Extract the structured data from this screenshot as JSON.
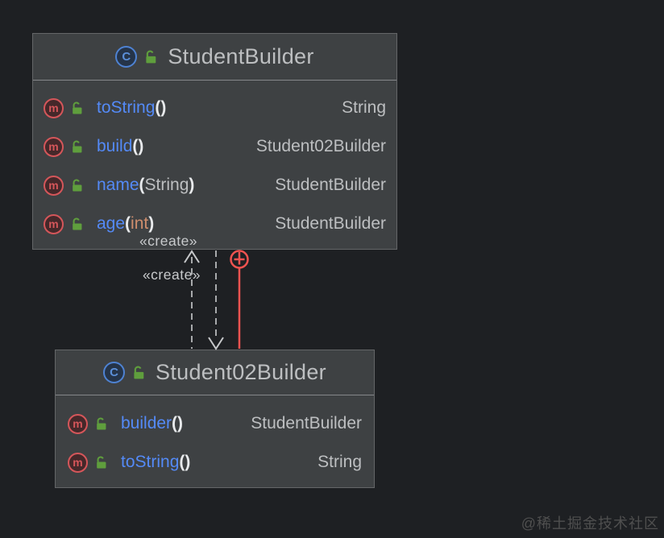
{
  "diagram": {
    "classes": [
      {
        "name": "StudentBuilder",
        "methods": [
          {
            "name": "toString",
            "param": "",
            "returns": "String"
          },
          {
            "name": "build",
            "param": "",
            "returns": "Student02Builder"
          },
          {
            "name": "name",
            "param": "String",
            "returns": "StudentBuilder"
          },
          {
            "name": "age",
            "param": "int",
            "returns": "StudentBuilder"
          }
        ]
      },
      {
        "name": "Student02Builder",
        "methods": [
          {
            "name": "builder",
            "param": "",
            "returns": "StudentBuilder"
          },
          {
            "name": "toString",
            "param": "",
            "returns": "String"
          }
        ]
      }
    ],
    "edges": {
      "labels": [
        "«create»",
        "«create»"
      ]
    },
    "icons": {
      "class_letter": "C",
      "method_letter": "m",
      "add_glyph": "+"
    },
    "punct": {
      "open": "(",
      "close": ")"
    },
    "colors": {
      "background": "#1e2023",
      "node_fill": "#3e4143",
      "node_border": "#646668",
      "method_name_blue": "#548af7",
      "type_gray": "#bdbfc1",
      "primitive_orange": "#cf8e6d",
      "lock_green": "#5f9e3d",
      "class_icon_blue": "#4e82d2",
      "method_icon_red": "#d5565a",
      "edge_gray": "#a8aaac",
      "edge_red": "#f05350"
    },
    "watermark": "@稀土掘金技术社区"
  }
}
